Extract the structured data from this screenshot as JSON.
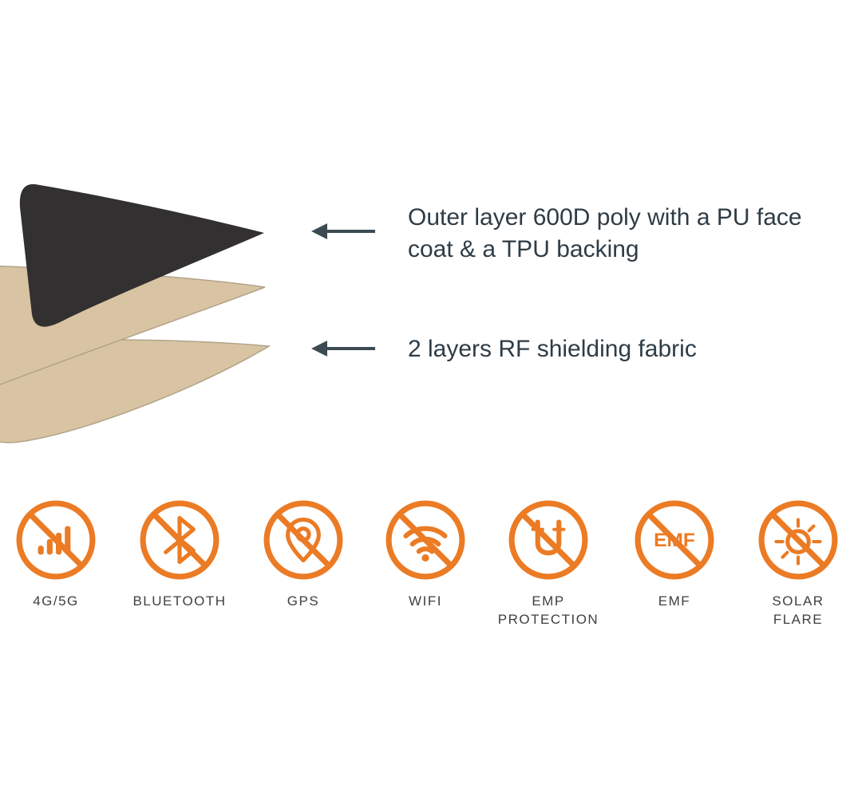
{
  "colors": {
    "accent-orange": "#EB7B24",
    "arrow": "#3C4A52",
    "annotation-text": "#2E3C46",
    "label-text": "#3F3F3F",
    "layer-dark": "#323031",
    "layer-tan": "#D8C4A3",
    "layer-tan-edge": "#B2A388",
    "background": "#FFFFFF"
  },
  "diagram": {
    "layers": [
      {
        "name": "outer-layer",
        "color": "#323031"
      },
      {
        "name": "rf-shielding-layer-1",
        "color": "#D8C4A3"
      },
      {
        "name": "rf-shielding-layer-2",
        "color": "#D8C4A3"
      }
    ],
    "annotations": [
      {
        "text": "Outer layer 600D poly with a PU face coat & a TPU backing"
      },
      {
        "text": "2 layers RF shielding fabric"
      }
    ]
  },
  "badges": {
    "items": [
      {
        "name": "no-cellular",
        "icon": "signal-bars-icon",
        "label": "4G/5G"
      },
      {
        "name": "no-bluetooth",
        "icon": "bluetooth-icon",
        "label": "BLUETOOTH"
      },
      {
        "name": "no-gps",
        "icon": "location-pin-icon",
        "label": "GPS"
      },
      {
        "name": "no-wifi",
        "icon": "wifi-icon",
        "label": "WIFI"
      },
      {
        "name": "emp-protection",
        "icon": "magnet-icon",
        "label": "EMP\nPROTECTION"
      },
      {
        "name": "no-emf",
        "icon": "emf-icon",
        "label": "EMF",
        "glyph_text": "EMF"
      },
      {
        "name": "solar-flare",
        "icon": "sun-icon",
        "label": "SOLAR\nFLARE"
      }
    ]
  }
}
